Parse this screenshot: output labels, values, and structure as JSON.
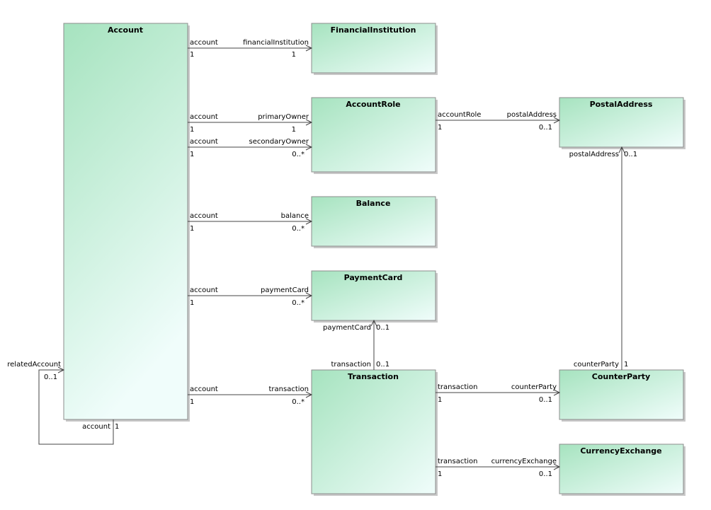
{
  "classes": {
    "account": "Account",
    "financial_institution": "FinancialInstitution",
    "account_role": "AccountRole",
    "postal_address": "PostalAddress",
    "balance": "Balance",
    "payment_card": "PaymentCard",
    "transaction": "Transaction",
    "counter_party": "CounterParty",
    "currency_exchange": "CurrencyExchange"
  },
  "associations": {
    "account_financial_institution": {
      "source_role": "account",
      "source_mult": "1",
      "target_role": "financialInstitution",
      "target_mult": "1"
    },
    "account_primary_owner": {
      "source_role": "account",
      "source_mult": "1",
      "target_role": "primaryOwner",
      "target_mult": "1"
    },
    "account_secondary_owner": {
      "source_role": "account",
      "source_mult": "1",
      "target_role": "secondaryOwner",
      "target_mult": "0..*"
    },
    "account_balance": {
      "source_role": "account",
      "source_mult": "1",
      "target_role": "balance",
      "target_mult": "0..*"
    },
    "account_payment_card": {
      "source_role": "account",
      "source_mult": "1",
      "target_role": "paymentCard",
      "target_mult": "0..*"
    },
    "account_transaction": {
      "source_role": "account",
      "source_mult": "1",
      "target_role": "transaction",
      "target_mult": "0..*"
    },
    "account_related": {
      "source_role": "account",
      "source_mult": "1",
      "target_role": "relatedAccount",
      "target_mult": "0..1"
    },
    "role_postal_address": {
      "source_role": "accountRole",
      "source_mult": "1",
      "target_role": "postalAddress",
      "target_mult": "0..1"
    },
    "transaction_payment_card": {
      "source_role": "transaction",
      "source_mult": "0..1",
      "target_role": "paymentCard",
      "target_mult": "0..1"
    },
    "transaction_counter_party": {
      "source_role": "transaction",
      "source_mult": "1",
      "target_role": "counterParty",
      "target_mult": "0..1"
    },
    "transaction_currency_exchange": {
      "source_role": "transaction",
      "source_mult": "1",
      "target_role": "currencyExchange",
      "target_mult": "0..1"
    },
    "counter_party_postal_address": {
      "source_role": "counterParty",
      "source_mult": "1",
      "target_role": "postalAddress",
      "target_mult": "0..1"
    }
  }
}
